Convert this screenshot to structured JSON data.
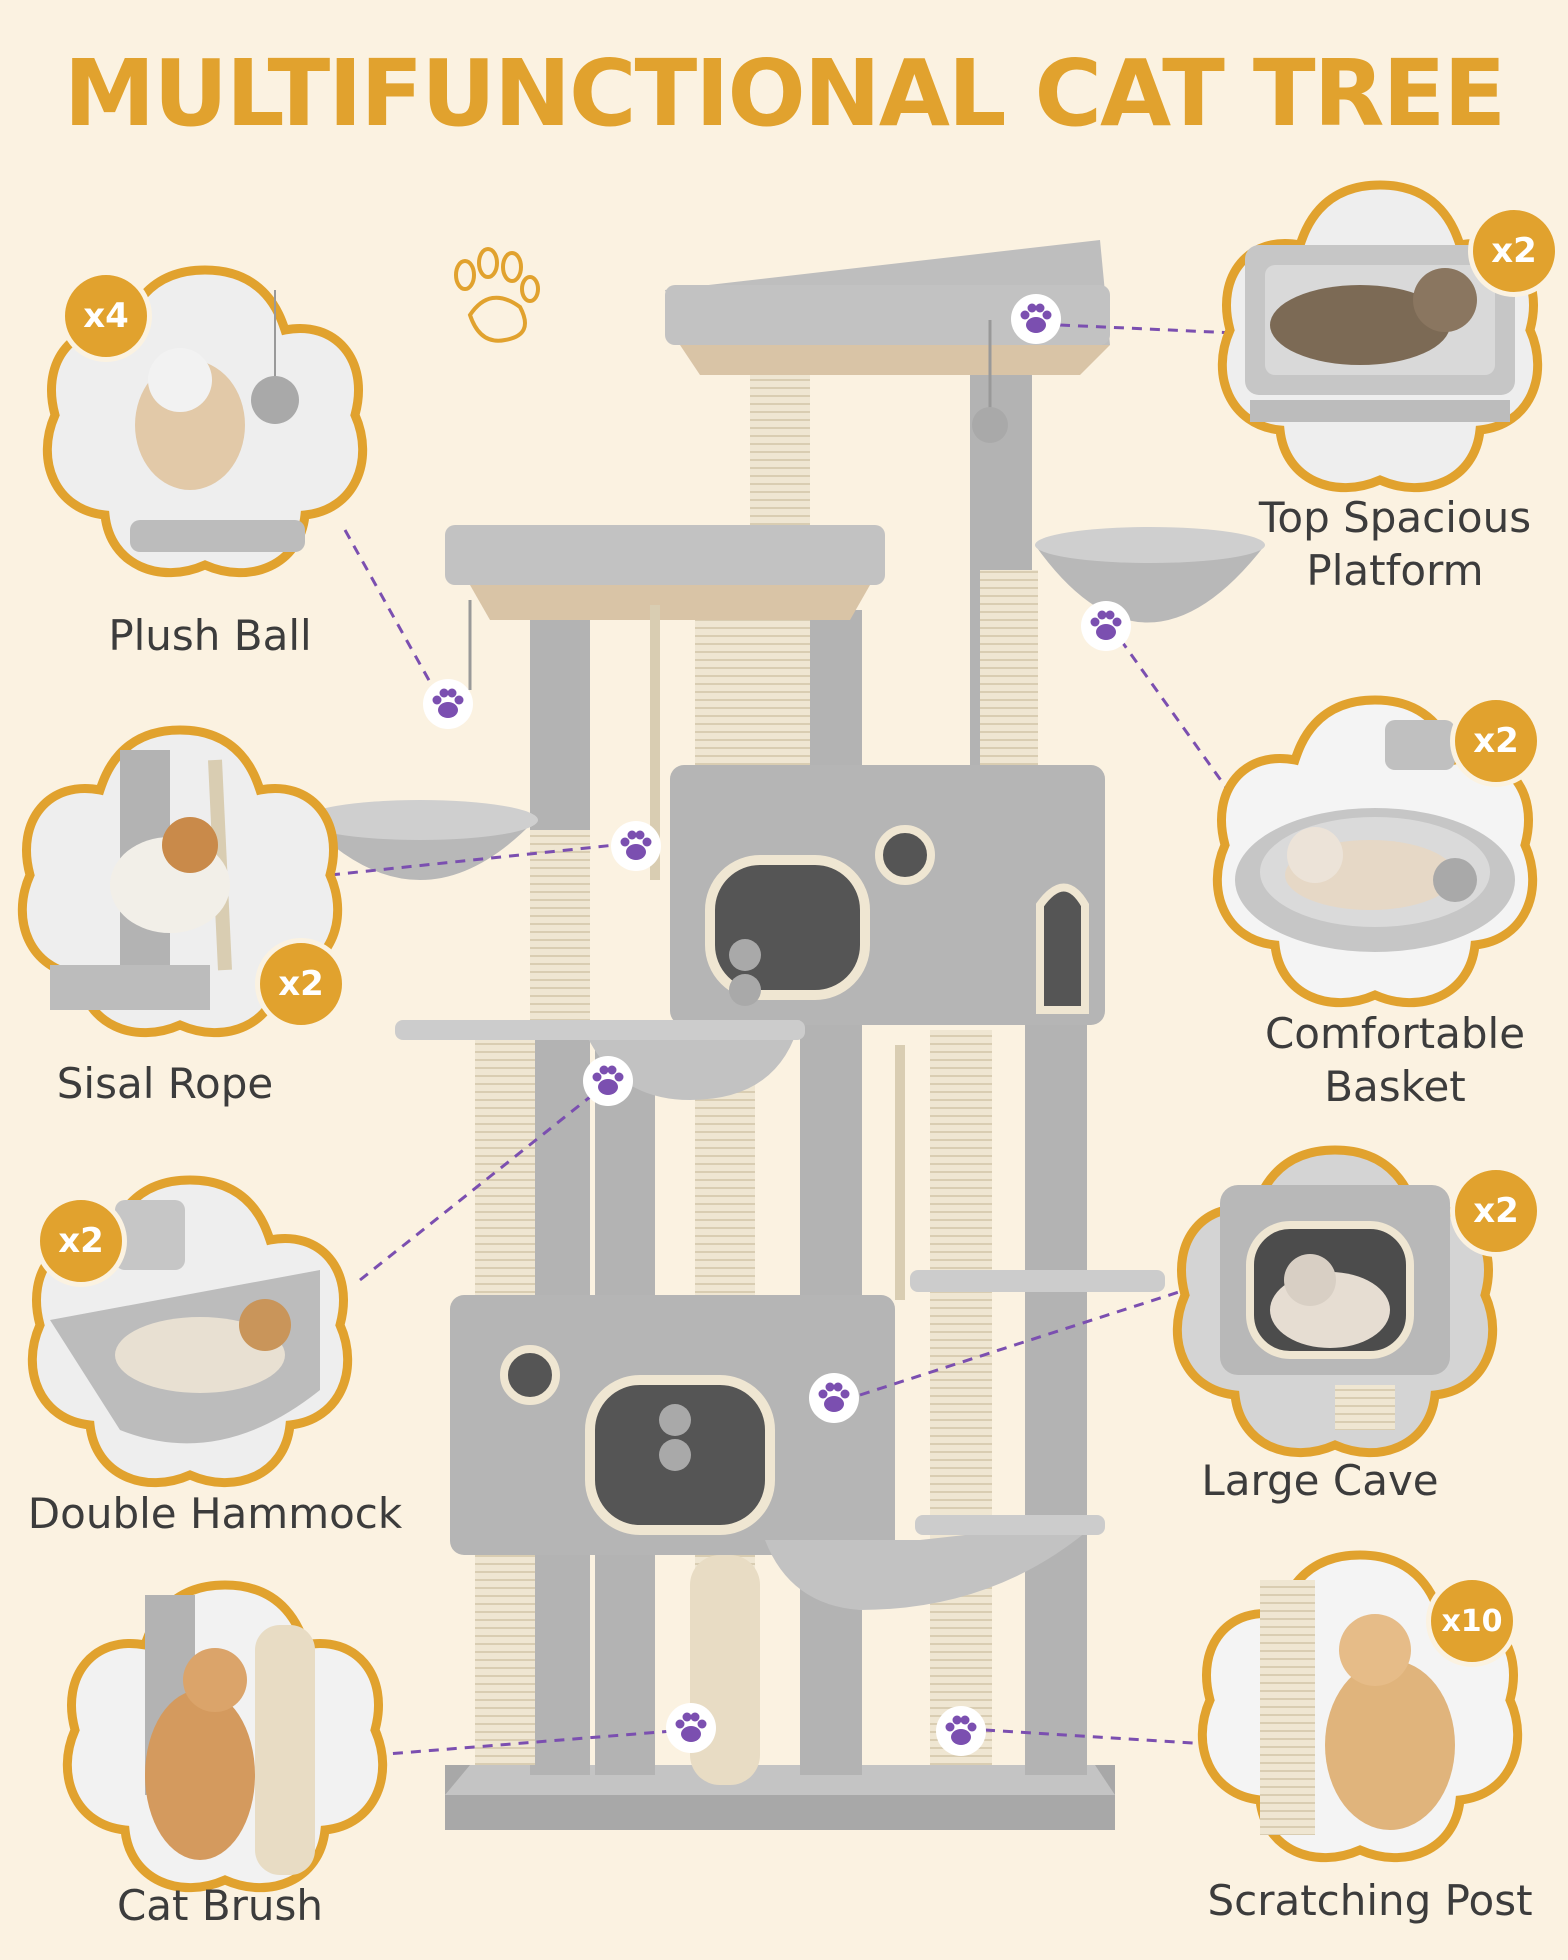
{
  "title": "MULTIFUNCTIONAL CAT TREE",
  "features": [
    {
      "id": "plush-ball",
      "label": "Plush Ball",
      "count": "x4"
    },
    {
      "id": "top-platform",
      "label_line1": "Top Spacious",
      "label_line2": "Platform",
      "count": "x2"
    },
    {
      "id": "sisal-rope",
      "label": "Sisal Rope",
      "count": "x2"
    },
    {
      "id": "basket",
      "label_line1": "Comfortable",
      "label_line2": "Basket",
      "count": "x2"
    },
    {
      "id": "double-hammock",
      "label": "Double Hammock",
      "count": "x2"
    },
    {
      "id": "large-cave",
      "label": "Large Cave",
      "count": "x2"
    },
    {
      "id": "cat-brush",
      "label": "Cat Brush"
    },
    {
      "id": "scratching-post",
      "label": "Scratching Post",
      "count": "x10"
    }
  ],
  "colors": {
    "background": "#fbf2e1",
    "accent": "#e1a22e",
    "plush": "#b9b9b9",
    "sisal": "#efe6d2",
    "paw": "#7b4fb0"
  }
}
